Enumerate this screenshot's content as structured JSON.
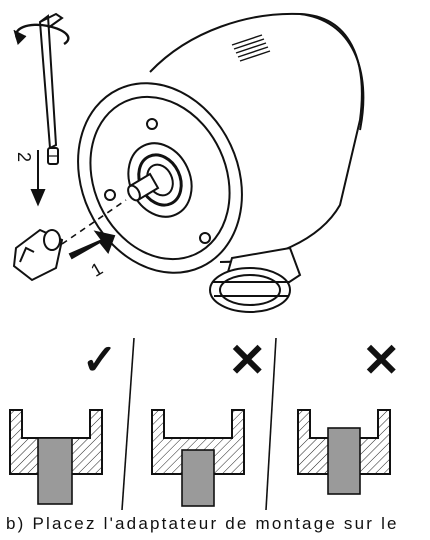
{
  "step_labels": {
    "step_1": "1",
    "step_2": "2"
  },
  "panels": [
    {
      "id": "correct",
      "verdict": "correct",
      "mark_glyph": "✓"
    },
    {
      "id": "too-deep",
      "verdict": "incorrect",
      "mark_glyph": "✕"
    },
    {
      "id": "too-shallow",
      "verdict": "incorrect",
      "mark_glyph": "✕"
    }
  ],
  "caption": "b)  Placez  l'adaptateur  de  montage  sur le",
  "colors": {
    "ink": "#111111",
    "shaft_fill": "#9a9a9a",
    "hatch": "#222222"
  }
}
